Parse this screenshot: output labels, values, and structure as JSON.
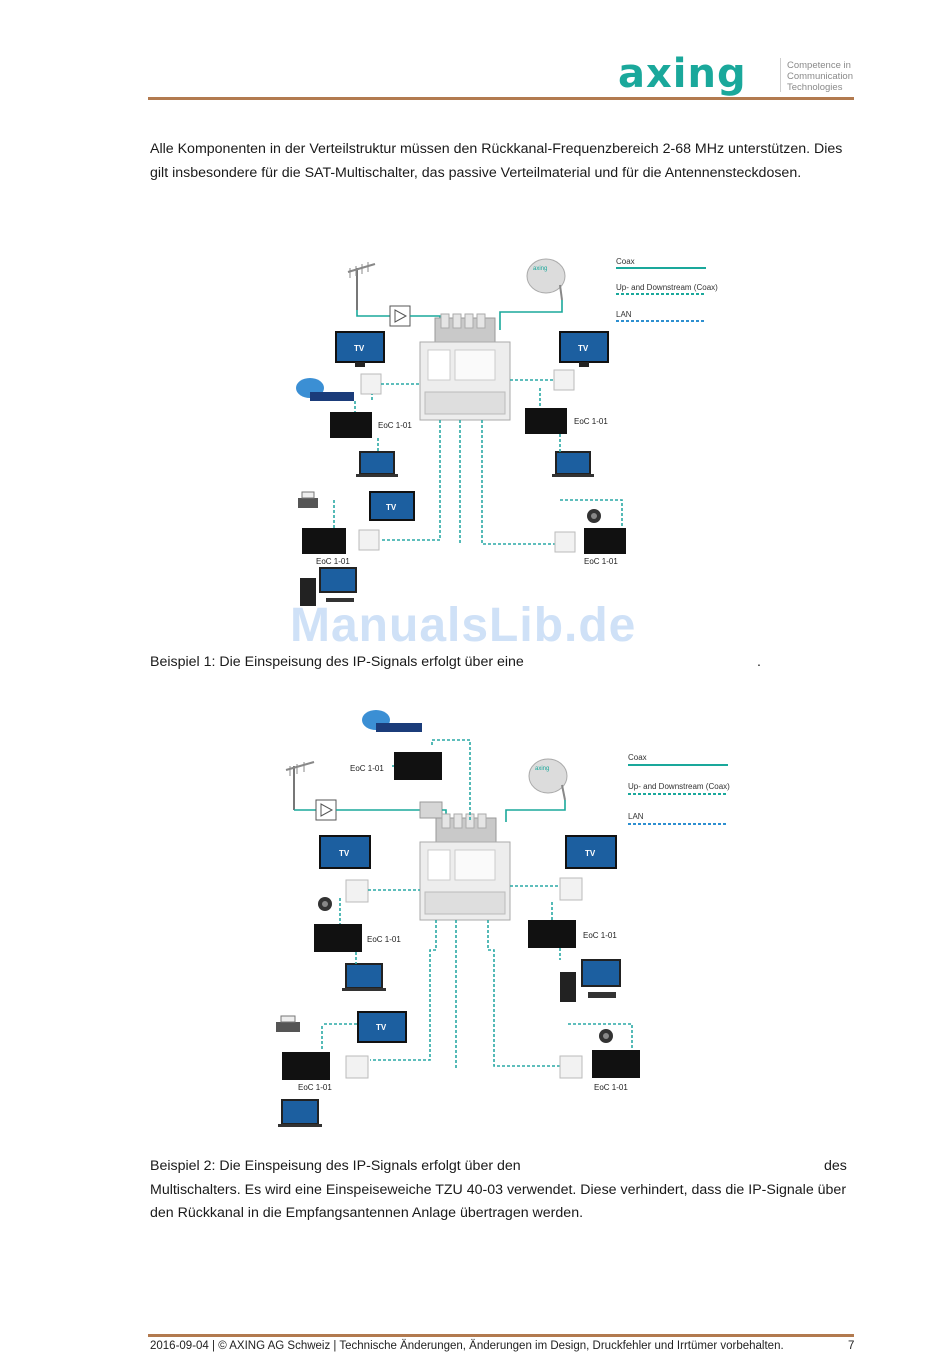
{
  "header": {
    "logo_text": "axing",
    "tagline": [
      "Competence in",
      "Communication",
      "Technologies"
    ]
  },
  "intro_text": "Alle Komponenten in der Verteilstruktur müssen den Rückkanal-Frequenzbereich 2-68 MHz unterstützen. Dies gilt insbesondere für die SAT-Multischalter, das passive Verteilmaterial und für die Antennensteckdosen.",
  "diagram1": {
    "legend": {
      "coax": "Coax",
      "updown": "Up- and Downstream (Coax)",
      "lan": "LAN"
    },
    "labels": {
      "tv": "TV",
      "eoc": "EoC 1-01",
      "dish": "axing"
    }
  },
  "watermark": "ManualsLib.de",
  "caption1": {
    "text": "Beispiel 1: Die Einspeisung des IP-Signals erfolgt über eine",
    "end": "."
  },
  "diagram2": {
    "legend": {
      "coax": "Coax",
      "updown": "Up- and Downstream (Coax)",
      "lan": "LAN"
    },
    "labels": {
      "tv": "TV",
      "eoc": "EoC 1-01",
      "dish": "axing"
    }
  },
  "caption2": {
    "line1_start": "Beispiel 2: Die Einspeisung des IP-Signals erfolgt über den",
    "line1_end": "des",
    "line2": "Multischalters. Es wird eine Einspeiseweiche TZU 40-03 verwendet. Diese verhindert, dass die IP-Signale über",
    "line3": "den Rückkanal in die Empfangsantennen Anlage übertragen werden."
  },
  "footer": {
    "text": "2016-09-04 | © AXING AG Schweiz | Technische Änderungen, Änderungen im Design, Druckfehler und Irrtümer vorbehalten.",
    "page": "7"
  },
  "colors": {
    "rule": "#b27a4f",
    "teal": "#1aa89b",
    "dash": "#2aa9a5"
  }
}
